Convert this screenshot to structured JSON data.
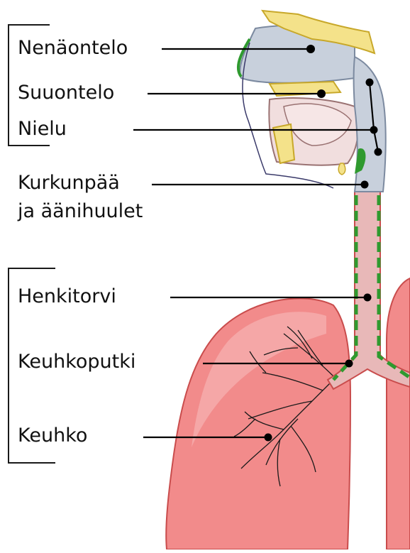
{
  "labels": {
    "nasal_cavity": "Nenäontelo",
    "oral_cavity": "Suuontelo",
    "pharynx": "Nielu",
    "larynx_line1": "Kurkunpää",
    "larynx_line2": "ja äänihuulet",
    "trachea": "Henkitorvi",
    "bronchus": "Keuhkoputki",
    "lung": "Keuhko"
  },
  "colors": {
    "lung_fill": "#f28b8b",
    "lung_light": "#f6b3b3",
    "lung_stroke": "#c94c4c",
    "airway_fill": "#e8b8b8",
    "cavity_fill": "#c8d0dc",
    "bone_fill": "#f4e28a",
    "bone_stroke": "#c8a82a",
    "mucosa_green": "#2f9a2f",
    "line": "#000000"
  }
}
